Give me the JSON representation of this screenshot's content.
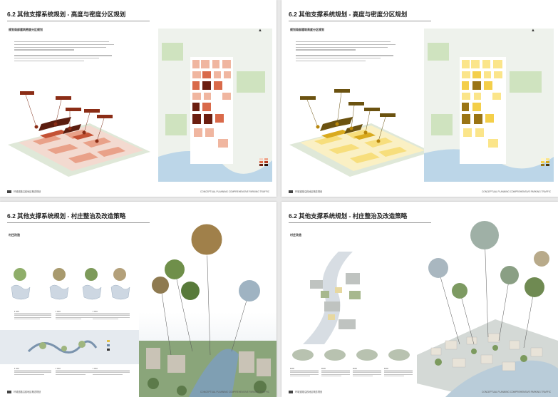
{
  "page1": {
    "title": "6.2 其他支撑系统规划 - 高度与密度分区规划",
    "subtitle": "规划局部建筑密度分区规划",
    "footer_left": "环城道路沿线地区概念规划",
    "footer_right": "CONCEPTUAL PLANNING COMPREHENSIVE PARKING TRAFFIC",
    "legend_colors": [
      "#f6d2c2",
      "#eea48a",
      "#de6a47",
      "#b23a20",
      "#6b1e10",
      "#2b0f08"
    ]
  },
  "page2": {
    "title": "6.2 其他支撑系统规划 - 高度与密度分区规划",
    "subtitle": "规划局部建筑高度分区规划",
    "footer_left": "环城道路沿线地区概念规划",
    "footer_right": "CONCEPTUAL PLANNING COMPREHENSIVE PARKING TRAFFIC",
    "legend_colors": [
      "#fff5c6",
      "#fbe58a",
      "#f4cf4a",
      "#d9aa1e",
      "#9a7414",
      "#4a360a"
    ]
  },
  "page3": {
    "title": "6.2 其他支撑系统规划 - 村庄整治及改造策略",
    "subtitle": "村庄改造",
    "footer_left": "环城道路沿线地区概念规划",
    "footer_right": "CONCEPTUAL PLANNING COMPREHENSIVE PARKING TRAFFIC"
  },
  "page4": {
    "title": "6.2 其他支撑系统规划 - 村庄整治及改造策略",
    "subtitle": "村庄改造",
    "footer_left": "环城道路沿线地区概念规划",
    "footer_right": "CONCEPTUAL PLANNING COMPREHENSIVE PARKING TRAFFIC"
  },
  "colors": {
    "density_accent": "#c0391b",
    "height_accent": "#e3b21a",
    "green_space": "#cfe3bf",
    "water": "#bcd6e8",
    "road": "#ffffff"
  }
}
